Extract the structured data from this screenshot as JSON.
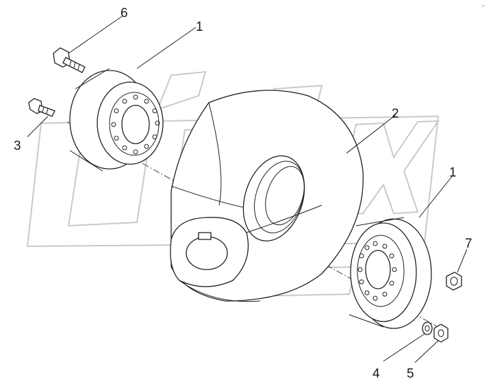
{
  "callouts": {
    "c1_top": "1",
    "c1_right": "1",
    "c2": "2",
    "c3": "3",
    "c4": "4",
    "c5": "5",
    "c6": "6",
    "c7": "7"
  },
  "corner_mark": "–",
  "watermark": {
    "text": "OPEX"
  }
}
